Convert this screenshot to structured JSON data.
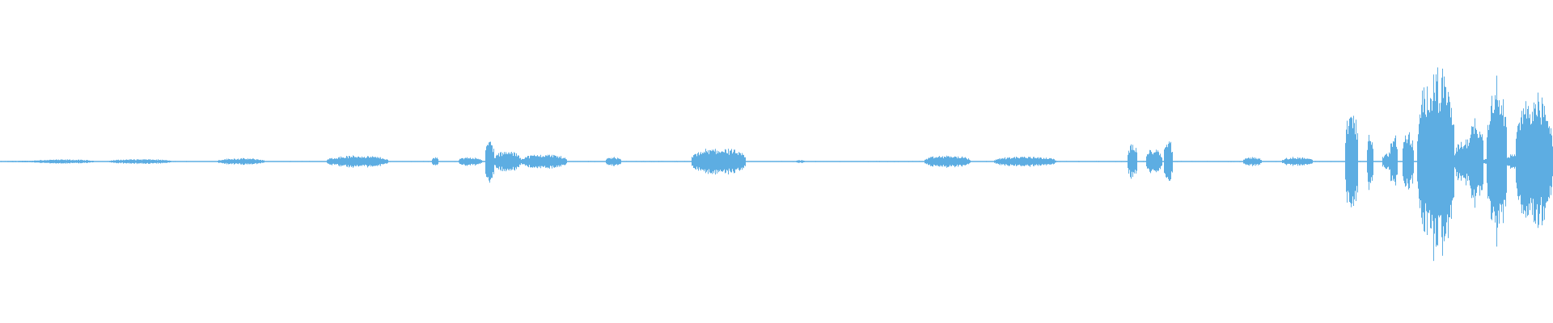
{
  "waveform": {
    "color": "#5dade2",
    "background": "#ffffff",
    "duration_fraction_axis": "horizontal",
    "segments": [
      {
        "start": 0.0,
        "end": 0.06,
        "amp": 0.006
      },
      {
        "start": 0.02,
        "end": 0.06,
        "amp": 0.014
      },
      {
        "start": 0.07,
        "end": 0.11,
        "amp": 0.016
      },
      {
        "start": 0.14,
        "end": 0.17,
        "amp": 0.022
      },
      {
        "start": 0.21,
        "end": 0.25,
        "amp": 0.04
      },
      {
        "start": 0.278,
        "end": 0.282,
        "amp": 0.03
      },
      {
        "start": 0.295,
        "end": 0.31,
        "amp": 0.03
      },
      {
        "start": 0.312,
        "end": 0.318,
        "amp": 0.15
      },
      {
        "start": 0.318,
        "end": 0.335,
        "amp": 0.07
      },
      {
        "start": 0.335,
        "end": 0.365,
        "amp": 0.05
      },
      {
        "start": 0.39,
        "end": 0.4,
        "amp": 0.03
      },
      {
        "start": 0.445,
        "end": 0.48,
        "amp": 0.09
      },
      {
        "start": 0.512,
        "end": 0.518,
        "amp": 0.01
      },
      {
        "start": 0.595,
        "end": 0.625,
        "amp": 0.04
      },
      {
        "start": 0.64,
        "end": 0.68,
        "amp": 0.035
      },
      {
        "start": 0.726,
        "end": 0.732,
        "amp": 0.12
      },
      {
        "start": 0.738,
        "end": 0.748,
        "amp": 0.09
      },
      {
        "start": 0.749,
        "end": 0.755,
        "amp": 0.15
      },
      {
        "start": 0.8,
        "end": 0.812,
        "amp": 0.03
      },
      {
        "start": 0.825,
        "end": 0.845,
        "amp": 0.03
      },
      {
        "start": 0.866,
        "end": 0.874,
        "amp": 0.37
      },
      {
        "start": 0.88,
        "end": 0.884,
        "amp": 0.2
      },
      {
        "start": 0.89,
        "end": 0.9,
        "amp": 0.06
      },
      {
        "start": 0.895,
        "end": 0.9,
        "amp": 0.19
      },
      {
        "start": 0.903,
        "end": 0.91,
        "amp": 0.2
      },
      {
        "start": 0.912,
        "end": 0.917,
        "amp": 0.22
      },
      {
        "start": 0.917,
        "end": 0.923,
        "amp": 0.1
      },
      {
        "start": 0.913,
        "end": 0.936,
        "amp": 0.63
      },
      {
        "start": 0.936,
        "end": 0.95,
        "amp": 0.15
      },
      {
        "start": 0.945,
        "end": 0.955,
        "amp": 0.3
      },
      {
        "start": 0.955,
        "end": 0.967,
        "amp": 0.03
      },
      {
        "start": 0.957,
        "end": 0.97,
        "amp": 0.56
      },
      {
        "start": 0.97,
        "end": 0.978,
        "amp": 0.05
      },
      {
        "start": 0.976,
        "end": 1.0,
        "amp": 0.46
      }
    ]
  }
}
